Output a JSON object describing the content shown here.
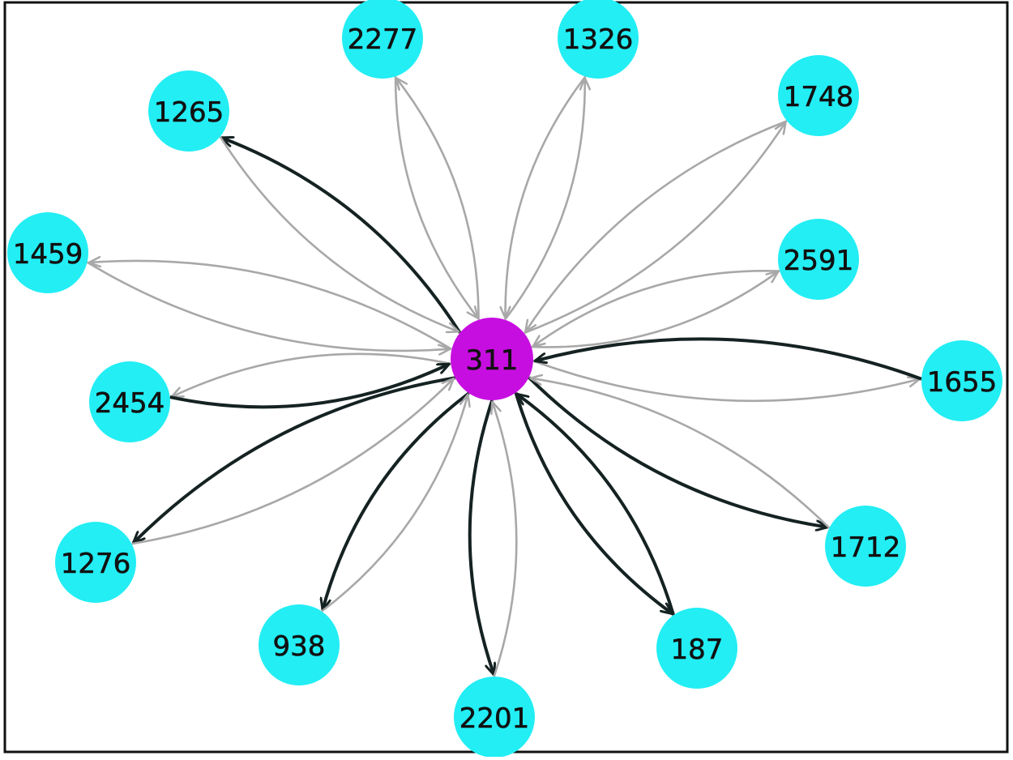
{
  "graph": {
    "center": {
      "id": "311",
      "label": "311",
      "color": "#c70ee0"
    },
    "neighbor_color": "#22eef4",
    "edge_colors": {
      "strong": "#152222",
      "weak": "#a8a8a8"
    },
    "neighbors": [
      {
        "id": "2277",
        "label": "2277",
        "out": "weak",
        "in": "weak"
      },
      {
        "id": "1326",
        "label": "1326",
        "out": "weak",
        "in": "weak"
      },
      {
        "id": "1748",
        "label": "1748",
        "out": "weak",
        "in": "weak"
      },
      {
        "id": "2591",
        "label": "2591",
        "out": "weak",
        "in": "weak"
      },
      {
        "id": "1655",
        "label": "1655",
        "out": "weak",
        "in": "strong"
      },
      {
        "id": "1712",
        "label": "1712",
        "out": "strong",
        "in": "weak"
      },
      {
        "id": "187",
        "label": "187",
        "out": "strong",
        "in": "strong"
      },
      {
        "id": "2201",
        "label": "2201",
        "out": "strong",
        "in": "weak"
      },
      {
        "id": "938",
        "label": "938",
        "out": "strong",
        "in": "weak"
      },
      {
        "id": "1276",
        "label": "1276",
        "out": "strong",
        "in": "weak"
      },
      {
        "id": "2454",
        "label": "2454",
        "out": "weak",
        "in": "strong"
      },
      {
        "id": "1459",
        "label": "1459",
        "out": "weak",
        "in": "weak"
      },
      {
        "id": "1265",
        "label": "1265",
        "out": "strong",
        "in": "weak"
      }
    ]
  }
}
